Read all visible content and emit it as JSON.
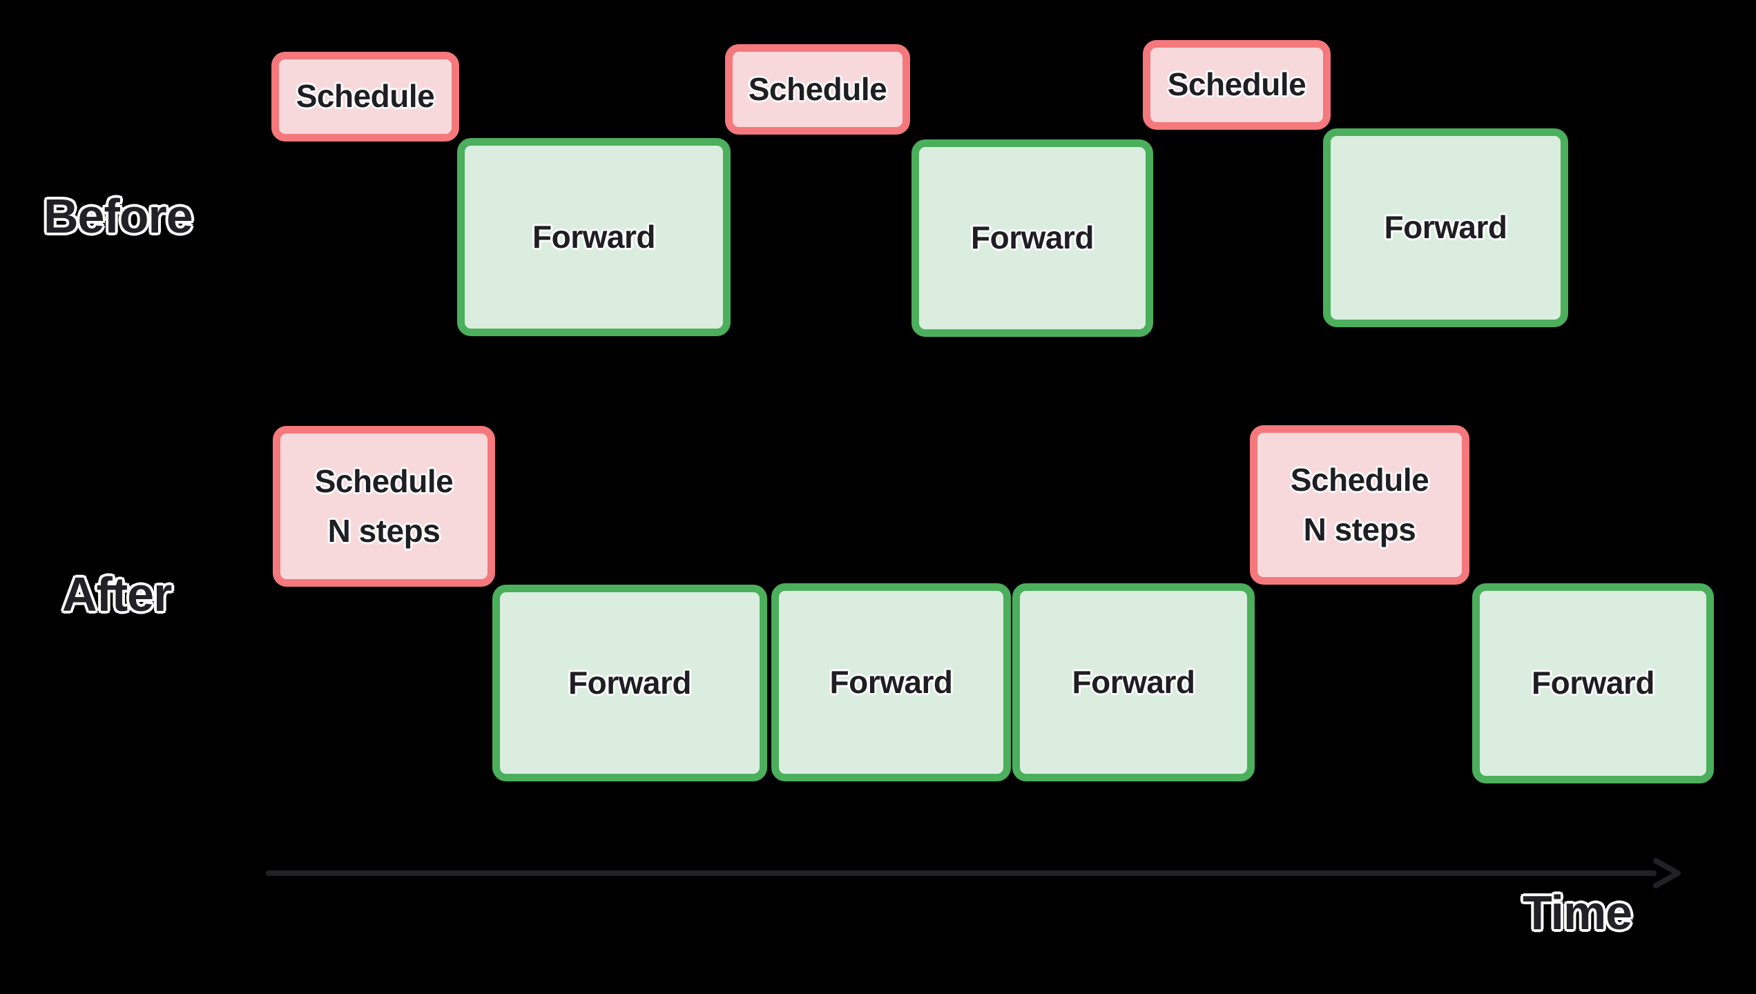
{
  "diagram": {
    "description": "Before vs After scheduling timeline",
    "rows": [
      {
        "label": "Before",
        "blocks": [
          {
            "kind": "schedule",
            "label": "Schedule"
          },
          {
            "kind": "forward",
            "label": "Forward"
          },
          {
            "kind": "schedule",
            "label": "Schedule"
          },
          {
            "kind": "forward",
            "label": "Forward"
          },
          {
            "kind": "schedule",
            "label": "Schedule"
          },
          {
            "kind": "forward",
            "label": "Forward"
          }
        ]
      },
      {
        "label": "After",
        "blocks": [
          {
            "kind": "schedule",
            "label": "Schedule\nN steps"
          },
          {
            "kind": "forward",
            "label": "Forward"
          },
          {
            "kind": "forward",
            "label": "Forward"
          },
          {
            "kind": "forward",
            "label": "Forward"
          },
          {
            "kind": "schedule",
            "label": "Schedule\nN steps"
          },
          {
            "kind": "forward",
            "label": "Forward"
          }
        ]
      }
    ],
    "axis": {
      "label": "Time"
    },
    "colors": {
      "background": "#000000",
      "schedule_fill": "#F7D9DC",
      "schedule_border": "#F4787C",
      "forward_fill": "#DAEDDF",
      "forward_border": "#4BAF5C",
      "text": "#1E1E23",
      "ink": "#212126"
    }
  }
}
